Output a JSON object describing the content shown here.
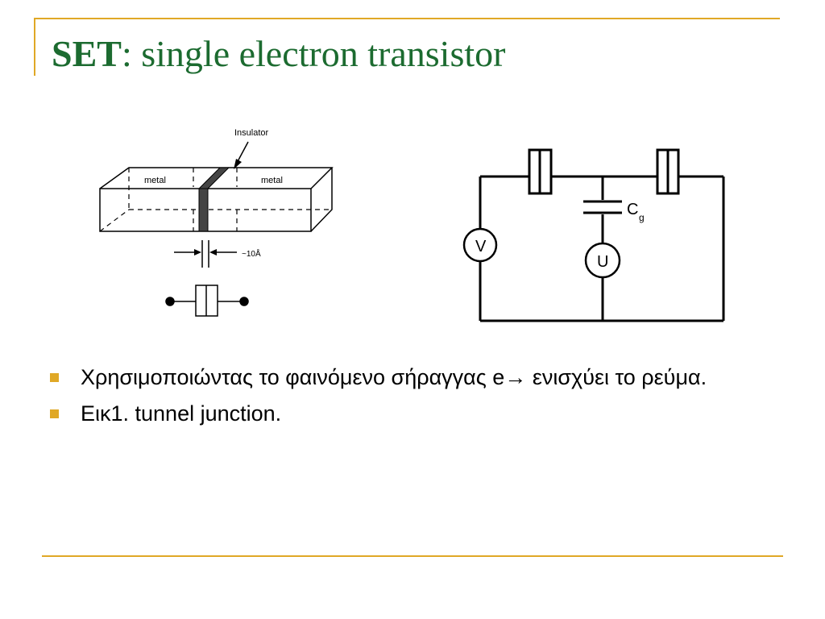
{
  "slide": {
    "title_bold": "SET",
    "title_rest": ": single electron transistor",
    "figure_labels": {
      "insulator": "Insulator",
      "metal_left": "metal",
      "metal_right": "metal",
      "gap": "~10Å",
      "capacitor": "C",
      "capacitor_sub": "g",
      "voltmeter": "V",
      "gate_source": "U"
    },
    "bullets": [
      {
        "text": "Χρησιμοποιώντας το φαινόμενο σήραγγας e→ ενισχύει το ρεύμα."
      },
      {
        "text": "Εικ1. tunnel junction."
      }
    ]
  },
  "colors": {
    "accent": "#e0a826",
    "title": "#1c6b30"
  }
}
